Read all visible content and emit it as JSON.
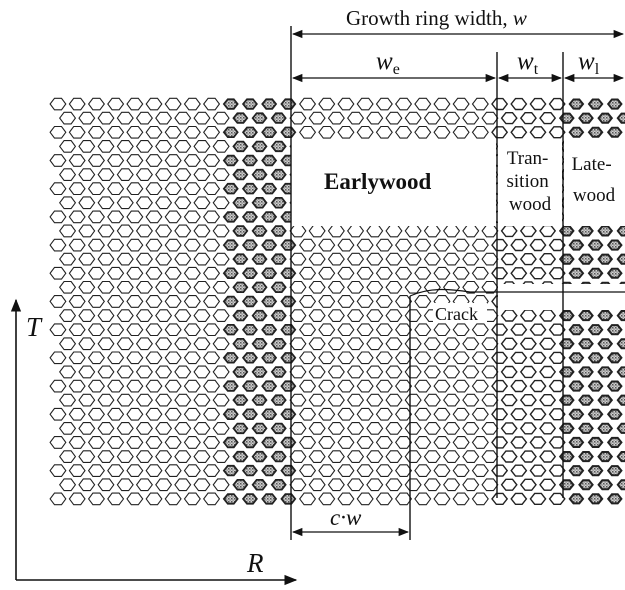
{
  "figure": {
    "title": "Growth ring width,",
    "title_symbol": "w",
    "zones": {
      "earlywood": {
        "symbol": "w",
        "sub": "e",
        "label": "Earlywood"
      },
      "transition": {
        "symbol": "w",
        "sub": "t",
        "label_lines": [
          "Tran-",
          "sition",
          "wood"
        ]
      },
      "latewood": {
        "symbol": "w",
        "sub": "l",
        "label_lines": [
          "Late-",
          "wood"
        ]
      }
    },
    "crack_label": "Crack",
    "crack_length_label": "c·w",
    "axes": {
      "tangential": "T",
      "radial": "R"
    }
  },
  "colors": {
    "ink": "#111111",
    "cell_fill": "#ffffff",
    "dense_fill": "#8a8a8a"
  }
}
